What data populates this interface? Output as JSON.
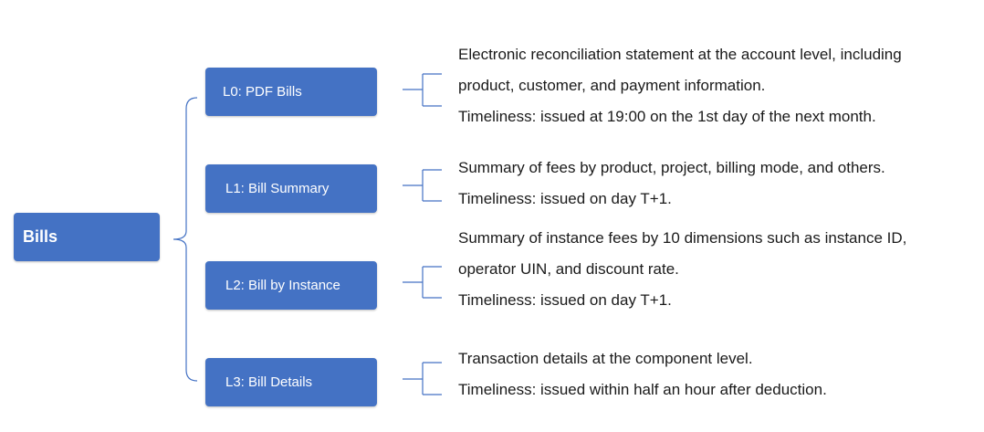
{
  "root": {
    "label": "Bills"
  },
  "levels": [
    {
      "label": "L0: PDF Bills",
      "lines": [
        "Electronic reconciliation statement at the account level, including",
        "product, customer, and payment information.",
        "Timeliness: issued at 19:00 on the 1st day of the next month."
      ]
    },
    {
      "label": "L1: Bill Summary",
      "lines": [
        "Summary of fees by product, project, billing mode, and others.",
        "Timeliness: issued on day T+1."
      ]
    },
    {
      "label": "L2: Bill by Instance",
      "lines": [
        "Summary of instance fees by 10 dimensions such as instance ID,",
        "operator UIN, and discount rate.",
        "Timeliness: issued on day T+1."
      ]
    },
    {
      "label": "L3: Bill Details",
      "lines": [
        "Transaction details at the component level.",
        "Timeliness: issued within half an hour after deduction."
      ]
    }
  ],
  "colors": {
    "box": "#4472c4",
    "line": "#4472c4"
  }
}
